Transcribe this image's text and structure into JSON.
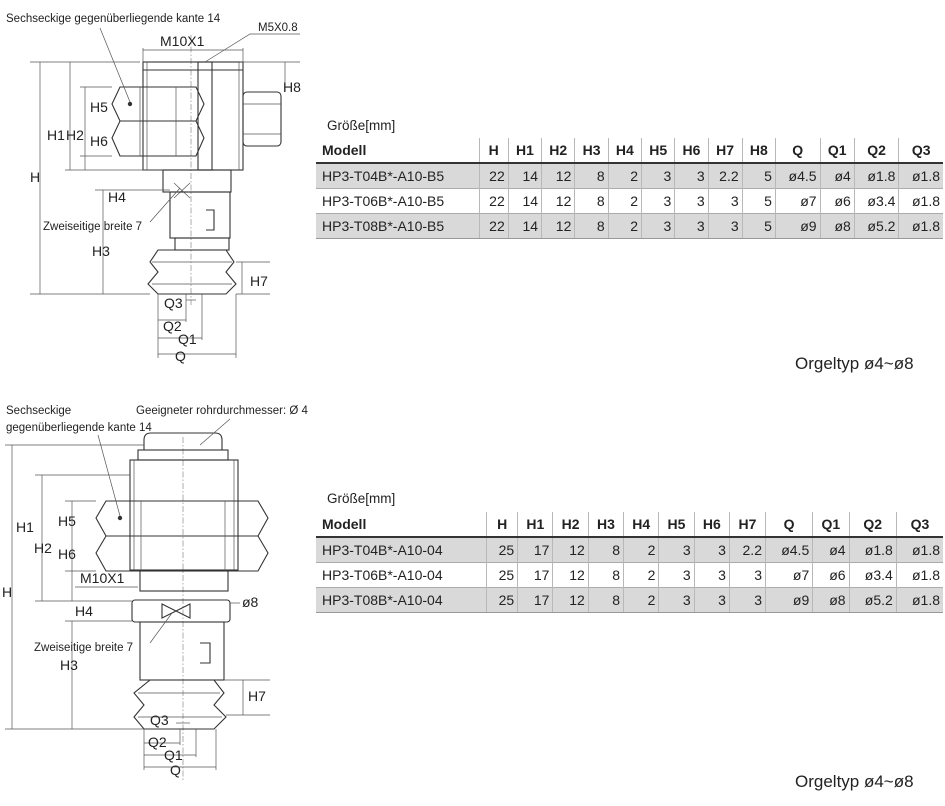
{
  "top": {
    "drawing": {
      "hex_note": "Sechseckige gegenüberliegende kante 14",
      "thread_main": "M10X1",
      "thread_side": "M5X0.8",
      "flat_note": "Zweiseitige breite 7",
      "dims": {
        "H": "H",
        "H1": "H1",
        "H2": "H2",
        "H3": "H3",
        "H4": "H4",
        "H5": "H5",
        "H6": "H6",
        "H7": "H7",
        "H8": "H8",
        "Q": "Q",
        "Q1": "Q1",
        "Q2": "Q2",
        "Q3": "Q3"
      }
    },
    "table": {
      "caption": "Größe[mm]",
      "headers": [
        "Modell",
        "H",
        "H1",
        "H2",
        "H3",
        "H4",
        "H5",
        "H6",
        "H7",
        "H8",
        "Q",
        "Q1",
        "Q2",
        "Q3"
      ],
      "rows": [
        [
          "HP3-T04B*-A10-B5",
          "22",
          "14",
          "12",
          "8",
          "2",
          "3",
          "3",
          "2.2",
          "5",
          "ø4.5",
          "ø4",
          "ø1.8",
          "ø1.8"
        ],
        [
          "HP3-T06B*-A10-B5",
          "22",
          "14",
          "12",
          "8",
          "2",
          "3",
          "3",
          "3",
          "5",
          "ø7",
          "ø6",
          "ø3.4",
          "ø1.8"
        ],
        [
          "HP3-T08B*-A10-B5",
          "22",
          "14",
          "12",
          "8",
          "2",
          "3",
          "3",
          "3",
          "5",
          "ø9",
          "ø8",
          "ø5.2",
          "ø1.8"
        ]
      ]
    },
    "type_label": "Orgeltyp ø4~ø8"
  },
  "bottom": {
    "drawing": {
      "hex_note_line1": "Sechseckige",
      "hex_note_line2": "gegenüberliegende kante 14",
      "tube_note": "Geeigneter rohrdurchmesser: Ø 4",
      "thread_main": "M10X1",
      "port_dia": "ø8",
      "flat_note": "Zweiseitige breite 7",
      "dims": {
        "H": "H",
        "H1": "H1",
        "H2": "H2",
        "H3": "H3",
        "H4": "H4",
        "H5": "H5",
        "H6": "H6",
        "H7": "H7",
        "Q": "Q",
        "Q1": "Q1",
        "Q2": "Q2",
        "Q3": "Q3"
      }
    },
    "table": {
      "caption": "Größe[mm]",
      "headers": [
        "Modell",
        "H",
        "H1",
        "H2",
        "H3",
        "H4",
        "H5",
        "H6",
        "H7",
        "Q",
        "Q1",
        "Q2",
        "Q3"
      ],
      "rows": [
        [
          "HP3-T04B*-A10-04",
          "25",
          "17",
          "12",
          "8",
          "2",
          "3",
          "3",
          "2.2",
          "ø4.5",
          "ø4",
          "ø1.8",
          "ø1.8"
        ],
        [
          "HP3-T06B*-A10-04",
          "25",
          "17",
          "12",
          "8",
          "2",
          "3",
          "3",
          "3",
          "ø7",
          "ø6",
          "ø3.4",
          "ø1.8"
        ],
        [
          "HP3-T08B*-A10-04",
          "25",
          "17",
          "12",
          "8",
          "2",
          "3",
          "3",
          "3",
          "ø9",
          "ø8",
          "ø5.2",
          "ø1.8"
        ]
      ]
    },
    "type_label": "Orgeltyp ø4~ø8"
  }
}
